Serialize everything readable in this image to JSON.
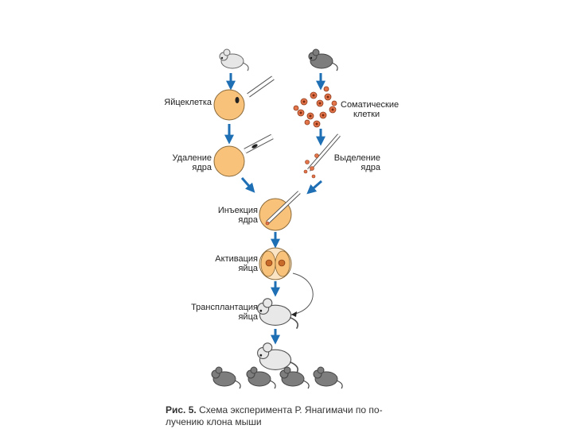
{
  "labels": {
    "egg_cell": "Яйцеклетка",
    "somatic_line1": "Соматические",
    "somatic_line2": "клетки",
    "removal_line1": "Удаление",
    "removal_line2": "ядра",
    "isolation_line1": "Выделение",
    "isolation_line2": "ядра",
    "injection_line1": "Инъекция",
    "injection_line2": "ядра",
    "activation_line1": "Активация",
    "activation_line2": "яйца",
    "transplant_line1": "Трансплантация",
    "transplant_line2": "яйца"
  },
  "caption": {
    "prefix": "Рис. 5.",
    "text": " Схема эксперимента Р. Янагимачи по по- лучению клона мыши"
  },
  "colors": {
    "egg_fill": "#f9c27a",
    "egg_stroke": "#8a6a3a",
    "arrow": "#1f6fb5",
    "mouse_light": "#e3e3e3",
    "mouse_dark": "#7d7d7d",
    "somatic_cell": "#d9683a"
  },
  "icons": {
    "mouse": "mouse-icon",
    "pipette": "pipette-icon",
    "arrow": "arrow-down-icon"
  }
}
